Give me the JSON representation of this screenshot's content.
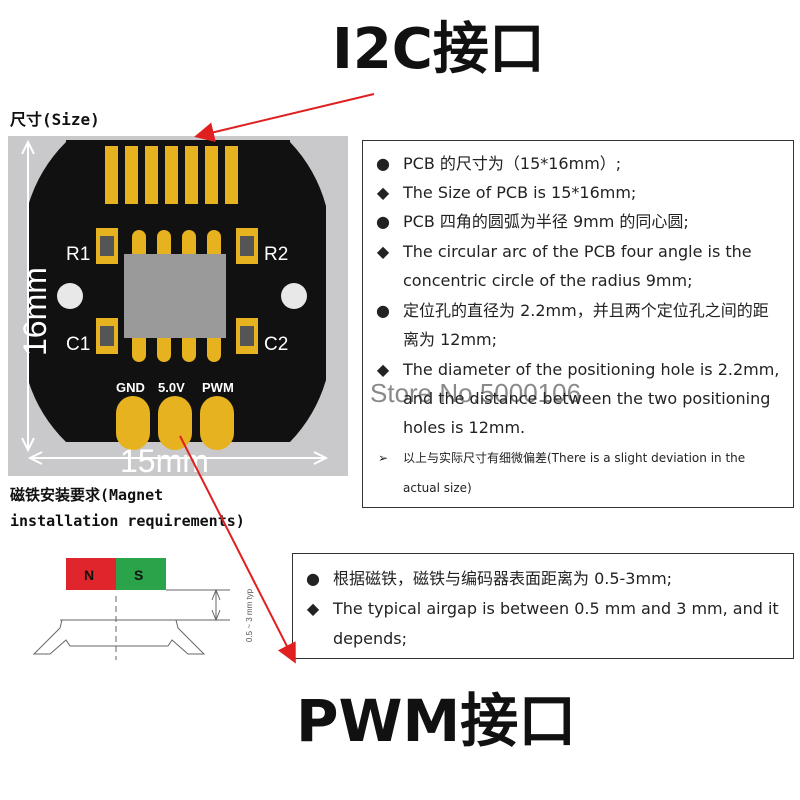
{
  "titles": {
    "top": "I2C接口",
    "bottom": "PWM接口"
  },
  "labels": {
    "size": "尺寸(Size)",
    "magnet_line1": "磁铁安装要求(Magnet",
    "magnet_line2": "installation requirements)"
  },
  "pcb": {
    "width_dim": "15mm",
    "height_dim": "16mm",
    "r1": "R1",
    "r2": "R2",
    "c1": "C1",
    "c2": "C2",
    "pin_gnd": "GND",
    "pin_5v": "5.0V",
    "pin_pwm": "PWM",
    "colors": {
      "board": "#111111",
      "pad": "#e6b21f",
      "chip": "#9a9a9a",
      "bg": "#c9c9cb"
    }
  },
  "magnet_diagram": {
    "n_label": "N",
    "s_label": "S",
    "airgap_label": "0.5 ~ 3 mm typ",
    "colors": {
      "n": "#e0252c",
      "s": "#2aa34a"
    }
  },
  "watermark": "Store No.5000106",
  "spec_box": {
    "items": [
      {
        "marker": "●",
        "text": "PCB 的尺寸为（15*16mm）;"
      },
      {
        "marker": "◆",
        "text": "The Size of PCB is 15*16mm;"
      },
      {
        "marker": "●",
        "text": "PCB 四角的圆弧为半径 9mm 的同心圆;"
      },
      {
        "marker": "◆",
        "text": "The circular arc of the PCB four angle is the concentric circle of the radius 9mm;"
      },
      {
        "marker": "●",
        "text": "定位孔的直径为 2.2mm，并且两个定位孔之间的距离为 12mm;"
      },
      {
        "marker": "◆",
        "text": "The diameter of the positioning hole is 2.2mm, and the distance between the two positioning holes is 12mm."
      },
      {
        "marker": "➢",
        "text": "以上与实际尺寸有细微偏差(There is a slight deviation in the actual size)"
      }
    ]
  },
  "airgap_box": {
    "items": [
      {
        "marker": "●",
        "text": "根据磁铁，磁铁与编码器表面距离为 0.5-3mm;"
      },
      {
        "marker": "◆",
        "text": "The typical airgap is between 0.5 mm and 3 mm, and it depends;"
      }
    ]
  },
  "arrow_color": "#e02020"
}
